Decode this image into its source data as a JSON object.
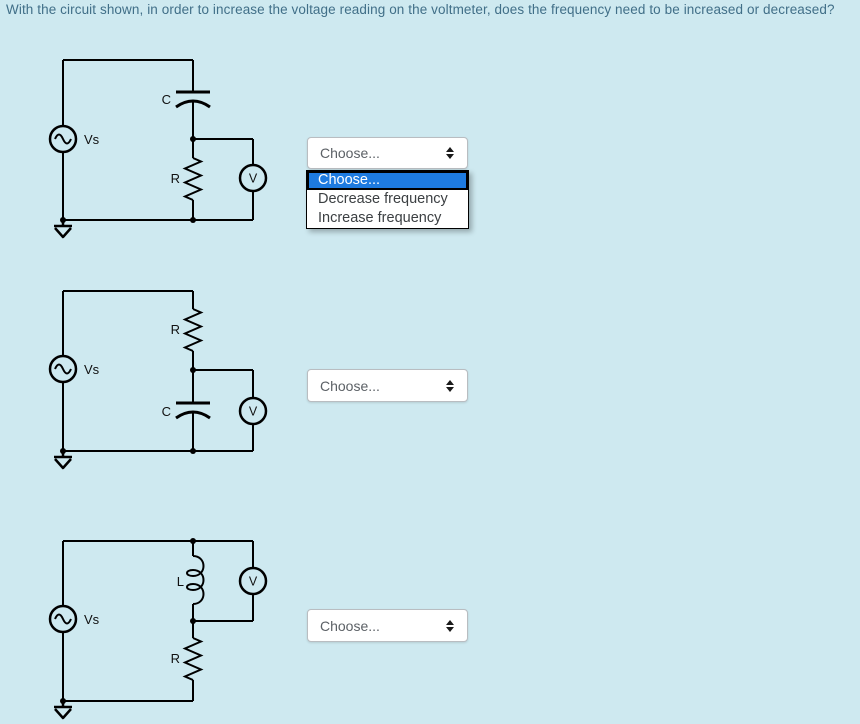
{
  "title": "With the circuit shown, in order to increase the voltage reading on the voltmeter, does the frequency need to be increased or decreased?",
  "colors": {
    "page_bg": "#cee9f0",
    "title_text": "#416f88",
    "highlight_blue": "#1e7be0",
    "wire": "#000000",
    "select_text": "#5c6166"
  },
  "circuits": [
    {
      "source_label": "Vs",
      "top_component_label": "C",
      "bottom_component_label": "R",
      "meter_label": "V"
    },
    {
      "source_label": "Vs",
      "top_component_label": "R",
      "bottom_component_label": "C",
      "meter_label": "V"
    },
    {
      "source_label": "Vs",
      "top_component_label": "L",
      "bottom_component_label": "R",
      "meter_label": "V"
    }
  ],
  "dropdowns": [
    {
      "value": "Choose...",
      "state": "open",
      "options": [
        "Choose...",
        "Decrease frequency",
        "Increase frequency"
      ],
      "highlighted_option": "Choose..."
    },
    {
      "value": "Choose...",
      "state": "closed"
    },
    {
      "value": "Choose...",
      "state": "closed"
    }
  ]
}
